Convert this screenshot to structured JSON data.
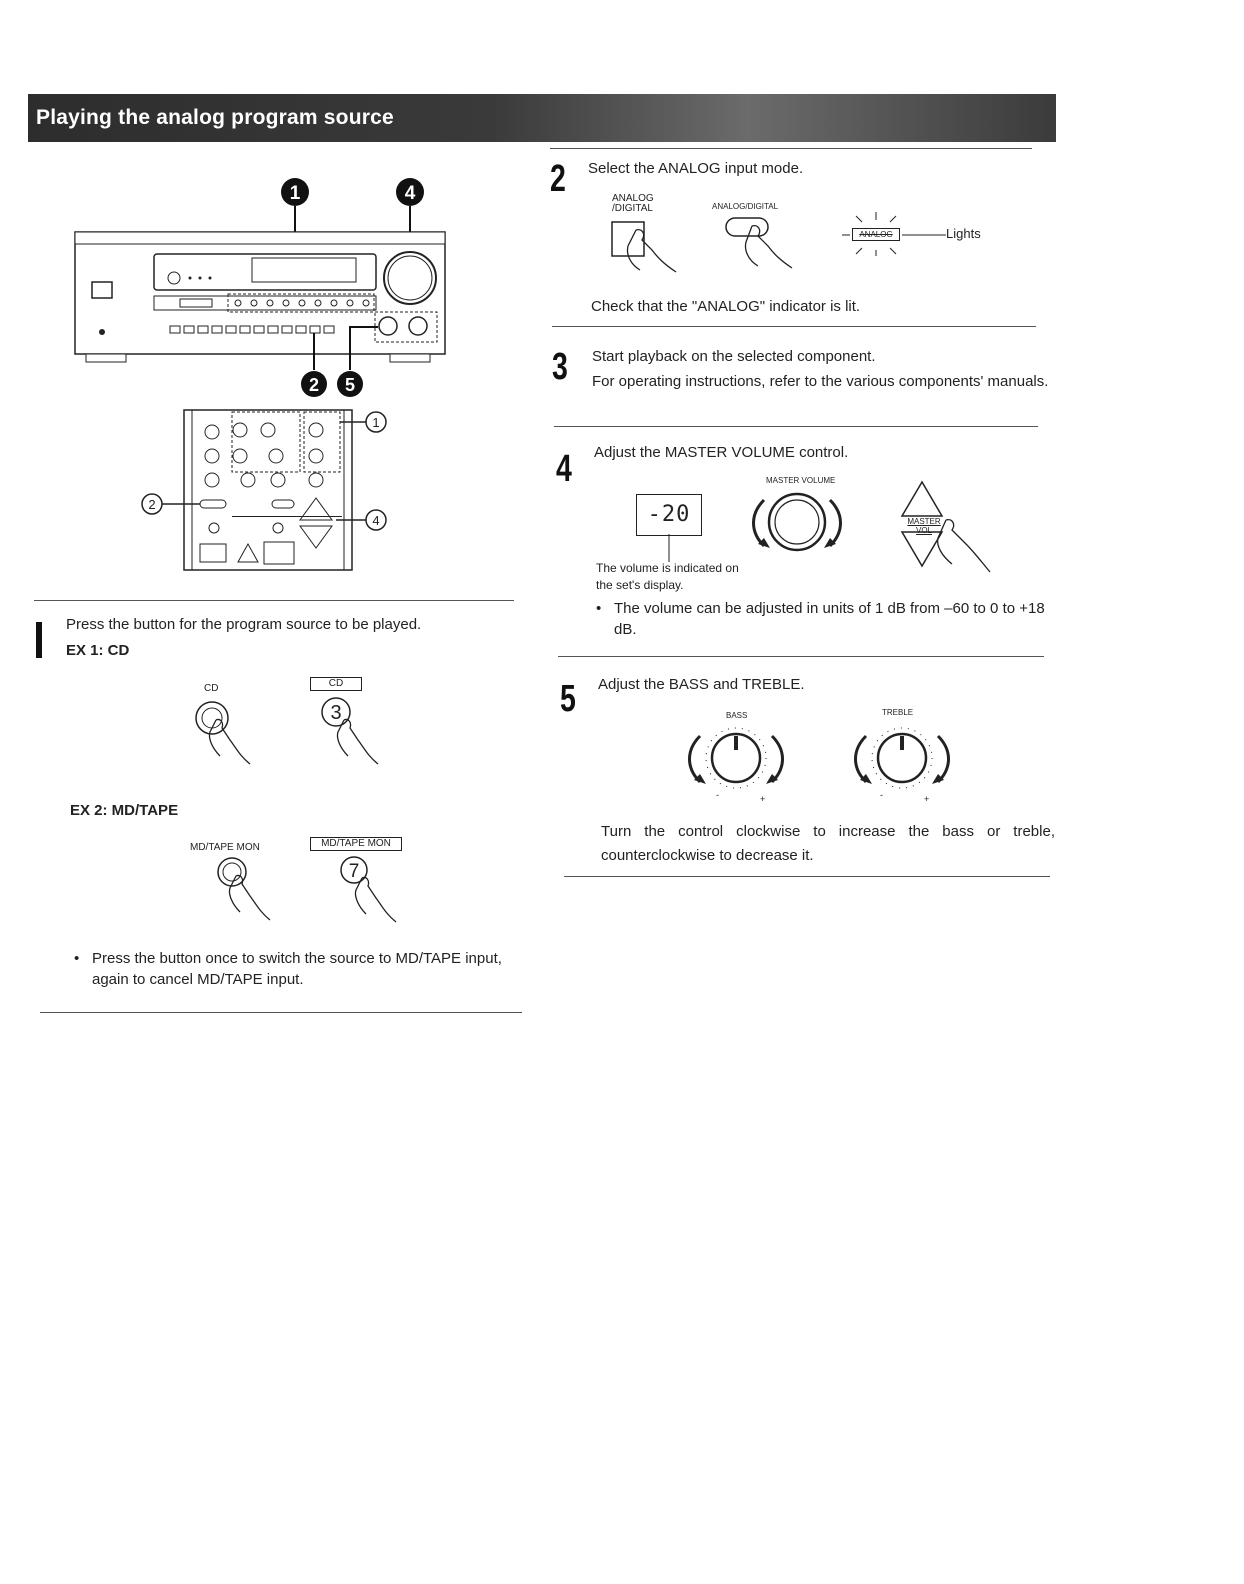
{
  "header": {
    "title": "Playing the analog program source"
  },
  "diagram": {
    "callouts": {
      "c1": "1",
      "c2": "2",
      "c4": "4",
      "c5": "5"
    },
    "remote_callouts": {
      "r1": "①",
      "r2": "②",
      "r4": "④"
    }
  },
  "step1": {
    "number": "1",
    "text": "Press the button for the program source to be played.",
    "ex1_title": "EX 1:  CD",
    "ex1_label_unit": "CD",
    "ex1_label_remote": "CD",
    "ex1_remote_num": "3",
    "ex2_title": "EX 2:  MD/TAPE",
    "ex2_label_unit": "MD/TAPE MON",
    "ex2_label_remote": "MD/TAPE MON",
    "ex2_remote_num": "7",
    "note": "Press the button once to switch the source to MD/TAPE input, again to cancel MD/TAPE input."
  },
  "step2": {
    "number": "2",
    "text": "Select the ANALOG input mode.",
    "label_unit": "ANALOG /DIGITAL",
    "label_remote": "ANALOG/DIGITAL",
    "indicator": "ANALOG",
    "lights": "Lights",
    "check": "Check that the \"ANALOG\" indicator is lit."
  },
  "step3": {
    "number": "3",
    "line1": "Start playback on the selected component.",
    "line2": "For operating instructions, refer to the various components' manuals."
  },
  "step4": {
    "number": "4",
    "text": "Adjust the MASTER VOLUME control.",
    "display_value": "-20",
    "knob_label": "MASTER VOLUME",
    "remote_label": "MASTER VOL",
    "caption": "The volume is indicated on the set's display.",
    "note": "The volume can be adjusted in units of 1 dB from –60 to 0 to +18 dB."
  },
  "step5": {
    "number": "5",
    "text": "Adjust the BASS and TREBLE.",
    "bass": "BASS",
    "treble": "TREBLE",
    "minus": "-",
    "plus": "+",
    "note": "Turn the control clockwise to increase the bass or treble, counterclockwise to decrease it."
  }
}
